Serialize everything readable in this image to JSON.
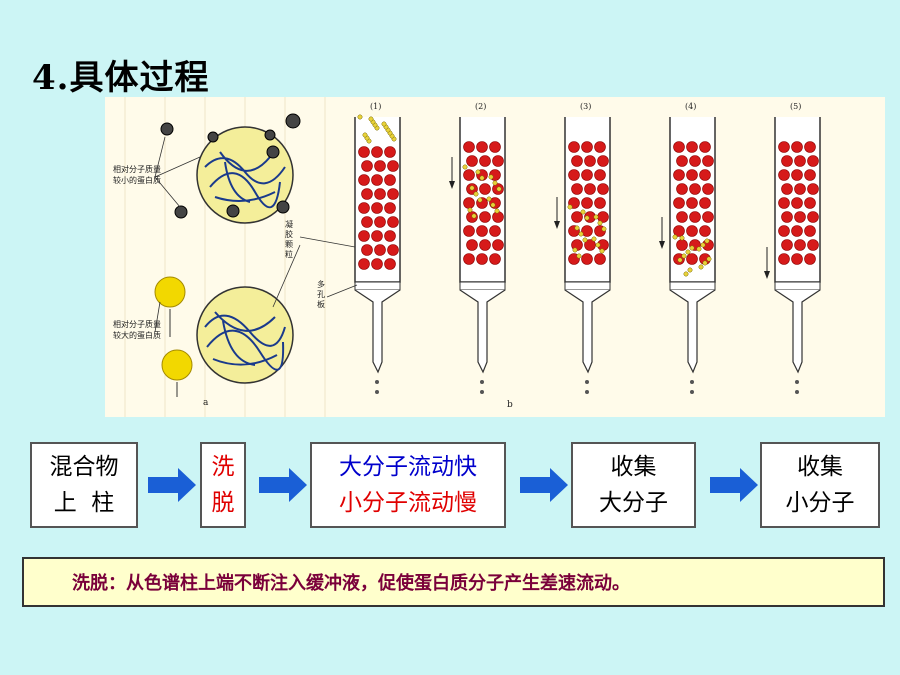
{
  "slide": {
    "title": "4.具体过程"
  },
  "figure": {
    "label_small": [
      "相对分子质量",
      "较小的蛋白质"
    ],
    "label_large": [
      "相对分子质量",
      "较大的蛋白质"
    ],
    "label_gel": [
      "凝",
      "胶",
      "颗",
      "粒"
    ],
    "label_plate": [
      "多",
      "孔",
      "板"
    ],
    "panel_a": "a",
    "panel_b": "b",
    "columns": [
      "(1)",
      "(2)",
      "(3)",
      "(4)",
      "(5)"
    ]
  },
  "flow": {
    "step1": [
      "混合物",
      "上  柱"
    ],
    "step2": [
      "洗",
      "脱"
    ],
    "step3": [
      "大分子流动快",
      "小分子流动慢"
    ],
    "step4": [
      "收集",
      "大分子"
    ],
    "step5": [
      "收集",
      "小分子"
    ]
  },
  "note": "洗脱：从色谱柱上端不断注入缓冲液，促使蛋白质分子产生差速流动。",
  "colors": {
    "background": "#ccf5f5",
    "arrow": "#1a5fd6",
    "red_text": "#e00000",
    "blue_text": "#0000cc",
    "note_text": "#7a003a",
    "bead": "#d61a1a",
    "small_particle": "#e8d23a"
  }
}
